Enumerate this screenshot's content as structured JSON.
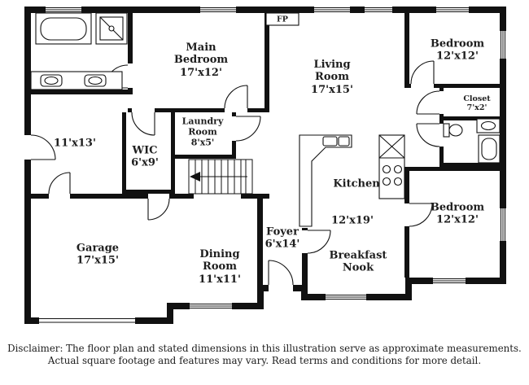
{
  "plan": {
    "fireplace_label": "FP",
    "rooms": {
      "main_bedroom": {
        "label": "Main\nBedroom\n17'x12'"
      },
      "living_room": {
        "label": "Living\nRoom\n17'x15'"
      },
      "bedroom_top_right": {
        "label": "Bedroom\n12'x12'"
      },
      "closet": {
        "label": "Closet\n7'x2'"
      },
      "laundry_room": {
        "label": "Laundry\nRoom\n8'x5'"
      },
      "wic": {
        "label": "WIC\n6'x9'"
      },
      "flex_room": {
        "label": "11'x13'"
      },
      "kitchen": {
        "label": "Kitchen"
      },
      "kitchen_dims": {
        "label": "12'x19'"
      },
      "bedroom_bottom_right": {
        "label": "Bedroom\n12'x12'"
      },
      "garage": {
        "label": "Garage\n17'x15'"
      },
      "dining_room": {
        "label": "Dining\nRoom\n11'x11'"
      },
      "foyer": {
        "label": "Foyer\n6'x14'"
      },
      "breakfast_nook": {
        "label": "Breakfast\nNook"
      }
    },
    "colors": {
      "wall": "#111111",
      "background": "#ffffff"
    }
  },
  "disclaimer": {
    "line1": "Disclaimer: The floor plan and stated dimensions in this illustration serve as approximate measurements.",
    "line2": "Actual square footage and features may vary. Read terms and conditions for more detail."
  }
}
